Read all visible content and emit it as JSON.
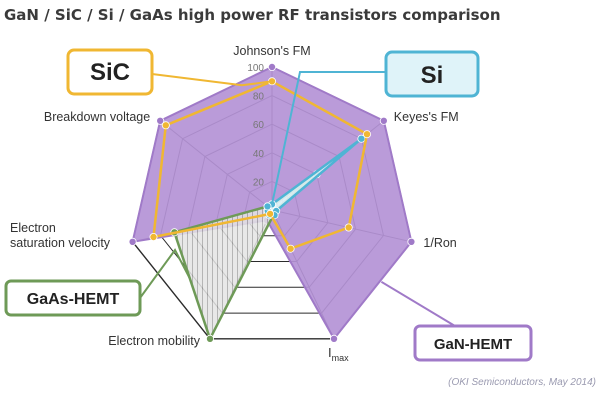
{
  "chart_data": {
    "type": "radar",
    "title": "GaN / SiC / Si / GaAs high power RF transistors comparison",
    "axes": [
      "Johnson's FM",
      "Keyes's FM",
      "1/Ron",
      "Imax",
      "Electron mobility",
      "Electron saturation velocity",
      "Breakdown voltage"
    ],
    "range": [
      0,
      100
    ],
    "ticks": [
      20,
      40,
      60,
      80,
      100
    ],
    "grid": true,
    "series": [
      {
        "name": "GaN-HEMT",
        "values": [
          100,
          100,
          100,
          100,
          8,
          100,
          100
        ],
        "color": "#a07ac8",
        "fill": "#b493d6"
      },
      {
        "name": "SiC",
        "values": [
          90,
          85,
          55,
          30,
          3,
          85,
          95
        ],
        "color": "#f0b732"
      },
      {
        "name": "Si",
        "values": [
          4,
          80,
          3,
          4,
          4,
          3,
          4
        ],
        "color": "#4fb4d4",
        "fill": "#dff3f9"
      },
      {
        "name": "GaAs-HEMT",
        "values": [
          3,
          40,
          2,
          3,
          100,
          70,
          4
        ],
        "color": "#6e9a57",
        "fill": "#dcdcdc"
      }
    ]
  },
  "source": "(OKI Semiconductors, May 2014)"
}
